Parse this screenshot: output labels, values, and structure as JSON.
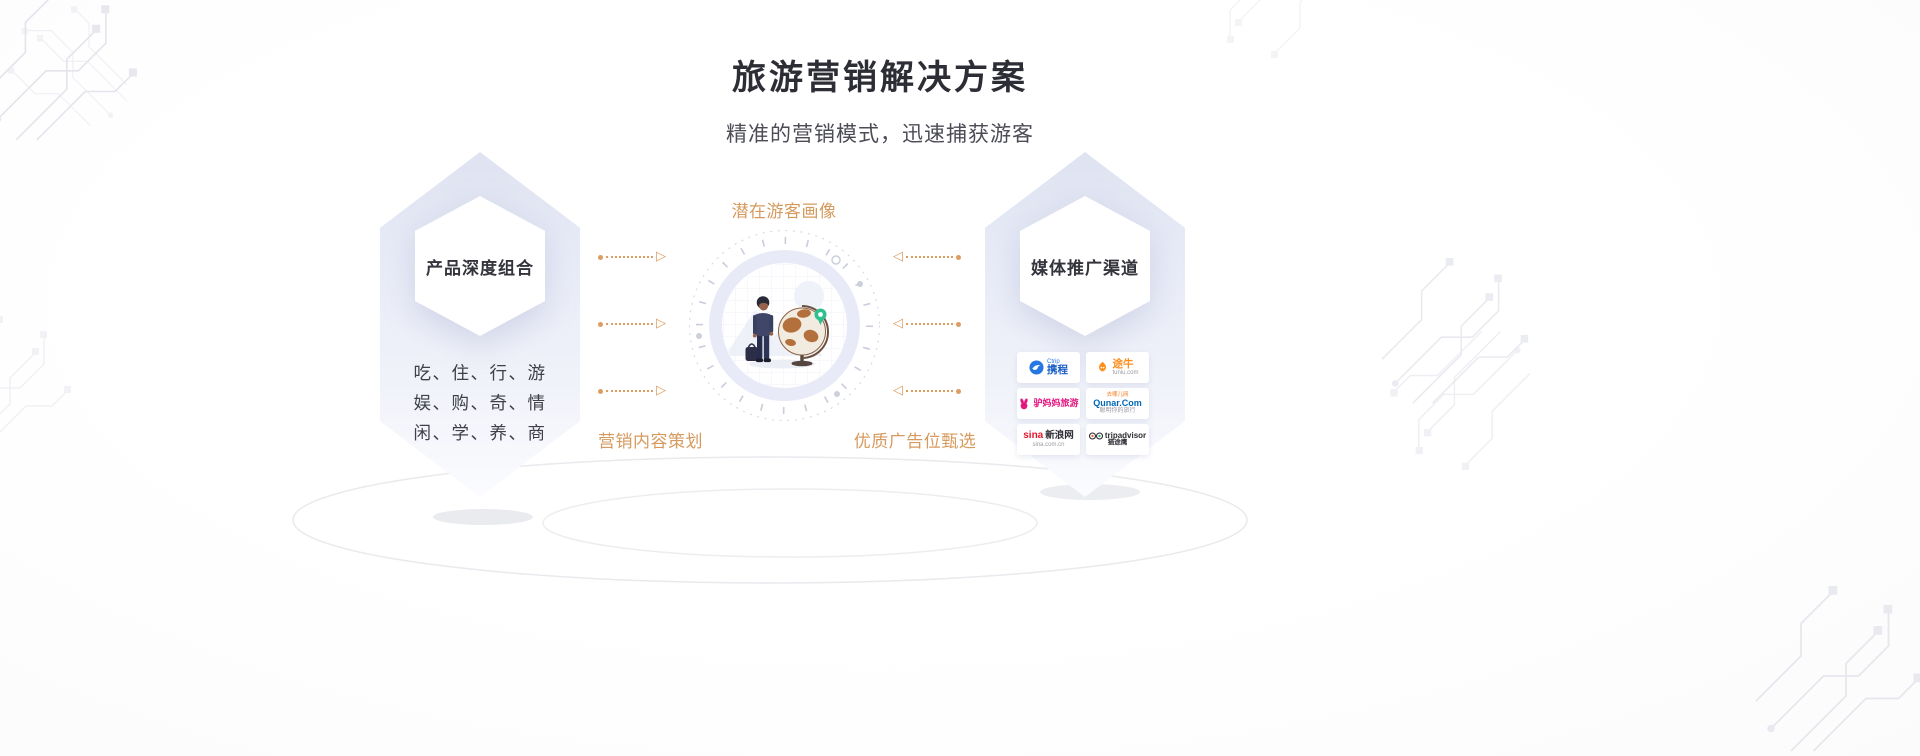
{
  "page": {
    "title": "旅游营销解决方案",
    "subtitle": "精准的营销模式，迅速捕获游客"
  },
  "left_card": {
    "title": "产品深度组合",
    "lines": [
      "吃、住、行、游",
      "娱、购、奇、情",
      "闲、学、养、商"
    ]
  },
  "diagram": {
    "top_label": "潜在游客画像",
    "bottom_left_label": "营销内容策划",
    "bottom_right_label": "优质广告位甄选"
  },
  "right_card": {
    "title": "媒体推广渠道",
    "logos": {
      "ctrip": {
        "latin": "Ctrip",
        "brand": "携程",
        "color": "#2577e3"
      },
      "tuniu": {
        "brand": "途牛",
        "domain": "tuniu.com",
        "color": "#ff8f1f"
      },
      "lvmama": {
        "brand": "驴妈妈旅游",
        "color": "#e5157f"
      },
      "qunar": {
        "cn": "去哪儿网",
        "brand": "Qunar.Com",
        "slogan": "聪明你的旅行",
        "color": "#0068b7"
      },
      "sina": {
        "latin": "sina",
        "brand": "新浪网",
        "domain": "sina.com.cn",
        "color": "#e6162d"
      },
      "tripadvisor": {
        "latin": "tripadvisor",
        "brand": "猫途鹰",
        "color": "#00b087"
      }
    }
  },
  "icons": {
    "arrow_right": "▷",
    "arrow_left": "◁"
  },
  "colors": {
    "accent_orange": "#d69a5e",
    "hexagon_fill": "#e9ecf8",
    "title_text": "#2c2d35",
    "body_text": "#3f4049",
    "pin_green": "#2ec08f"
  }
}
